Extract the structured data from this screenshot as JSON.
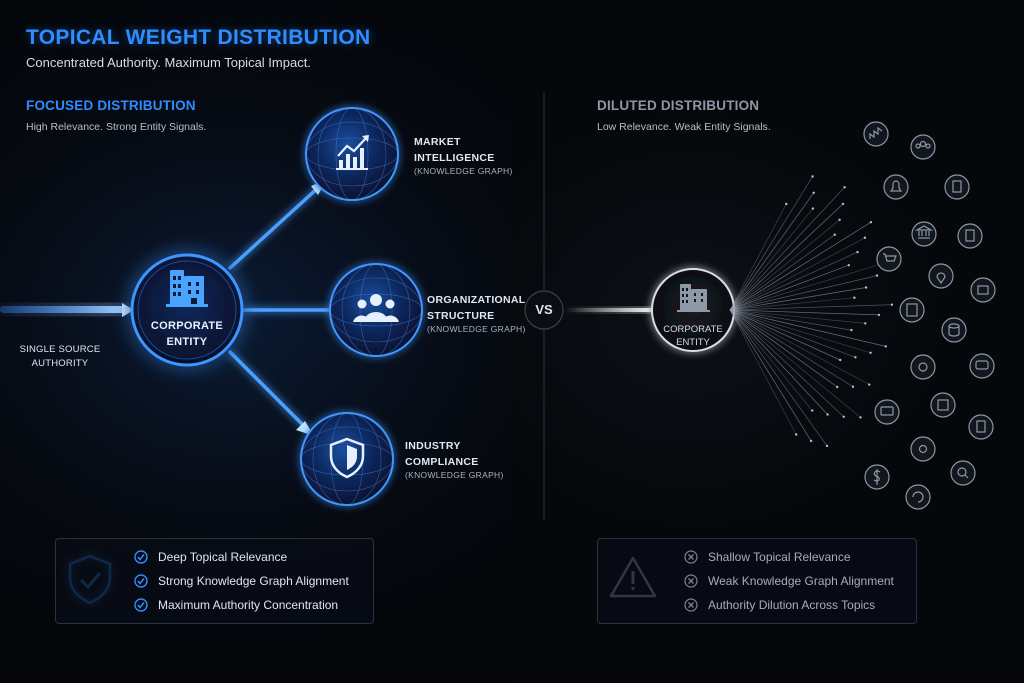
{
  "header": {
    "title": "TOPICAL WEIGHT DISTRIBUTION",
    "subtitle": "Concentrated Authority. Maximum Topical Impact."
  },
  "focused": {
    "heading": "FOCUSED DISTRIBUTION",
    "subheading": "High Relevance. Strong Entity Signals.",
    "source_label": [
      "SINGLE SOURCE",
      "AUTHORITY"
    ],
    "center_node": {
      "line1": "CORPORATE",
      "line2": "ENTITY",
      "icon": "building-icon"
    },
    "topics": [
      {
        "line1": "MARKET",
        "line2": "INTELLIGENCE",
        "kg": "(KNOWLEDGE GRAPH)",
        "icon": "chart-icon"
      },
      {
        "line1": "ORGANIZATIONAL",
        "line2": "STRUCTURE",
        "kg": "(KNOWLEDGE GRAPH)",
        "icon": "users-icon"
      },
      {
        "line1": "INDUSTRY",
        "line2": "COMPLIANCE",
        "kg": "(KNOWLEDGE GRAPH)",
        "icon": "shield-icon"
      }
    ],
    "benefits": [
      "Deep Topical Relevance",
      "Strong Knowledge Graph Alignment",
      "Maximum Authority Concentration"
    ],
    "panel_icon": "shield-check-icon"
  },
  "vs_label": "VS",
  "diluted": {
    "heading": "DILUTED DISTRIBUTION",
    "subheading": "Low Relevance. Weak Entity Signals.",
    "center_node": {
      "line1": "CORPORATE",
      "line2": "ENTITY",
      "icon": "building-icon"
    },
    "issues": [
      "Shallow Topical Relevance",
      "Weak Knowledge Graph Alignment",
      "Authority Dilution Across Topics"
    ],
    "panel_icon": "warning-icon"
  },
  "colors": {
    "accent": "#2f8dff",
    "glow": "#1e6bff",
    "grey_text": "#8e97a6",
    "panel_border": "#2a3342"
  }
}
